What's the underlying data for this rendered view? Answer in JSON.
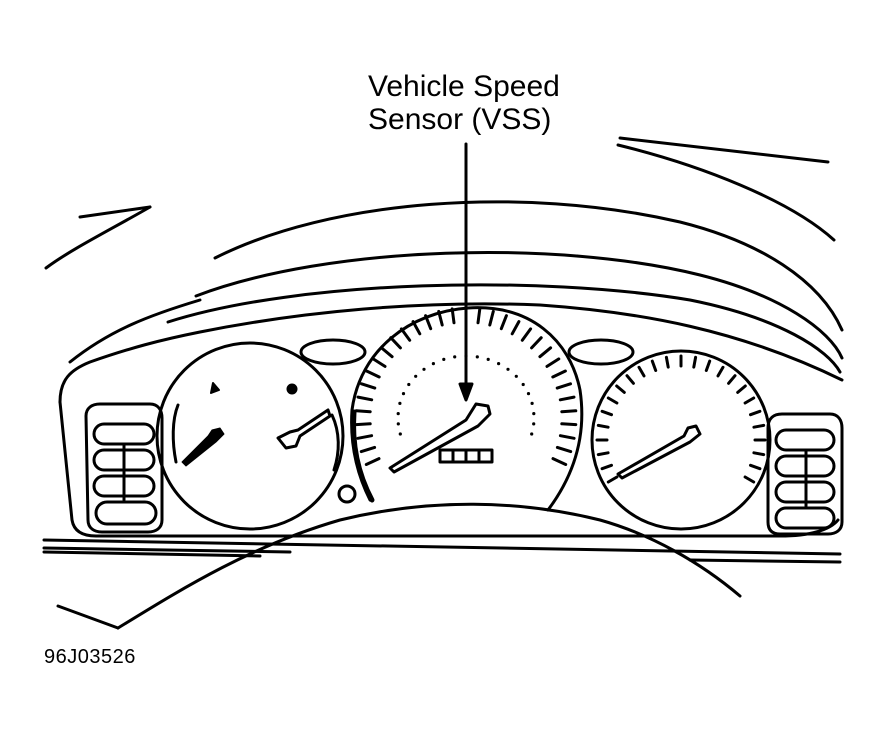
{
  "callout": {
    "line1": "Vehicle Speed",
    "line2": "Sensor (VSS)"
  },
  "figure_id": "96J03526",
  "colors": {
    "ink": "#000000",
    "paper": "#ffffff"
  }
}
